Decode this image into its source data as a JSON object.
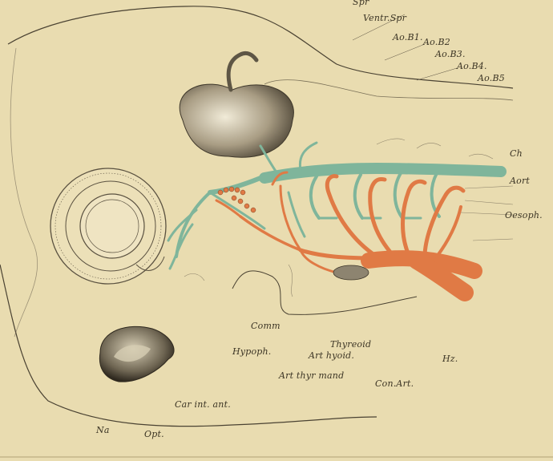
{
  "labels": {
    "spr": "Spr",
    "ventr_spr": "Ventr.Spr",
    "ao_b1": "Ao.B1.",
    "ao_b2": "Ao.B2",
    "ao_b3": "Ao.B3.",
    "ao_b4": "Ao.B4.",
    "ao_b5": "Ao.B5",
    "ch": "Ch",
    "aort": "Aort",
    "oesoph": "Oesoph.",
    "comm": "Comm",
    "thyreoid": "Thyreoid",
    "hypoph": "Hypoph.",
    "art_hyoid": "Art hyoid.",
    "hz": "Hz.",
    "art_thyr_mand": "Art thyr mand",
    "con_art": "Con.Art.",
    "car_int_ant": "Car int. ant.",
    "na": "Na",
    "opt": "Opt."
  },
  "colors": {
    "paper": "#e9dcb0",
    "ink": "#3b3424",
    "vein_green": "#7fb59b",
    "artery_orange": "#e07a45",
    "brain_grey": "#8d8470"
  }
}
